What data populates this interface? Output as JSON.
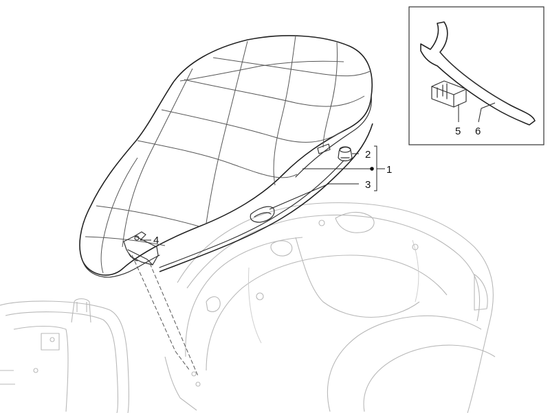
{
  "callouts": {
    "c1": "1",
    "c2": "2",
    "c3": "3",
    "c4": "4",
    "c5": "5",
    "c6": "6"
  },
  "colors": {
    "line": "#333333",
    "ghost": "#b8b8b8",
    "background": "#ffffff"
  }
}
